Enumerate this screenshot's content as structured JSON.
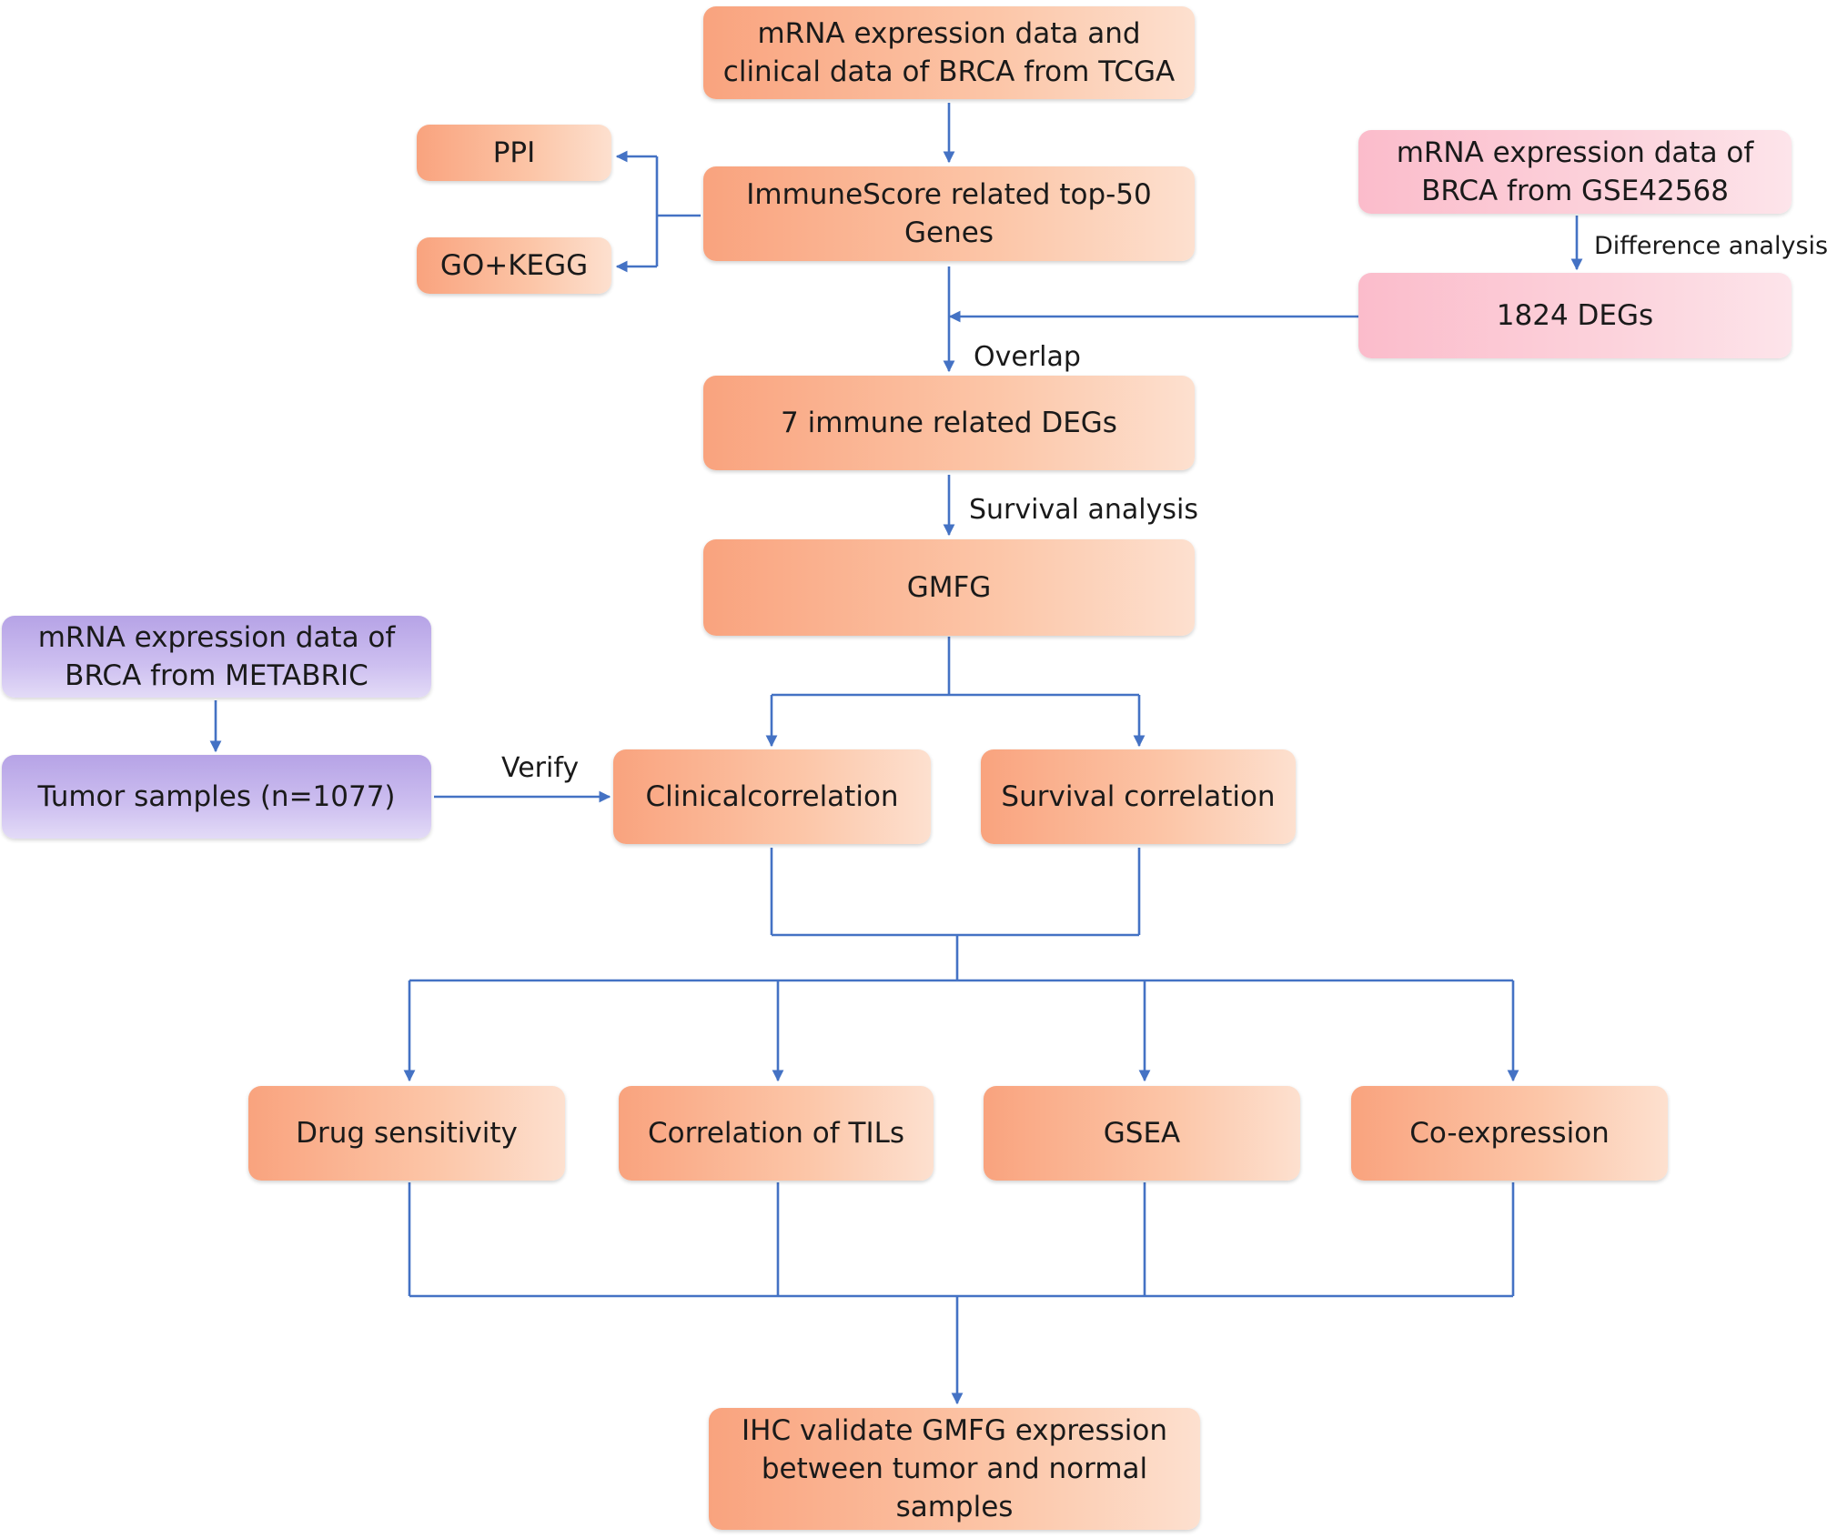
{
  "nodes": {
    "tcga": "mRNA expression data and clinical data of BRCA from TCGA",
    "ppi": "PPI",
    "go_kegg": "GO+KEGG",
    "immunescore": "ImmuneScore related top-50 Genes",
    "gse": "mRNA expression data of BRCA from GSE42568",
    "degs_1824": "1824 DEGs",
    "immune_degs": "7 immune related DEGs",
    "gmfg": "GMFG",
    "metabric": "mRNA expression data of BRCA from METABRIC",
    "tumor_samples": "Tumor samples (n=1077)",
    "clinical_corr": "Clinicalcorrelation",
    "survival_corr": "Survival correlation",
    "drug_sensitivity": "Drug sensitivity",
    "tils": "Correlation of TILs",
    "gsea": "GSEA",
    "coexpression": "Co-expression",
    "ihc": "IHC validate GMFG expression between tumor and normal samples"
  },
  "edge_labels": {
    "difference_analysis": "Difference analysis",
    "overlap": "Overlap",
    "survival_analysis": "Survival analysis",
    "verify": "Verify"
  },
  "colors": {
    "connector": "#4472c4",
    "orange_box": "#f9a37e",
    "pink_box": "#fbbccb",
    "purple_box": "#b6a3e6"
  }
}
